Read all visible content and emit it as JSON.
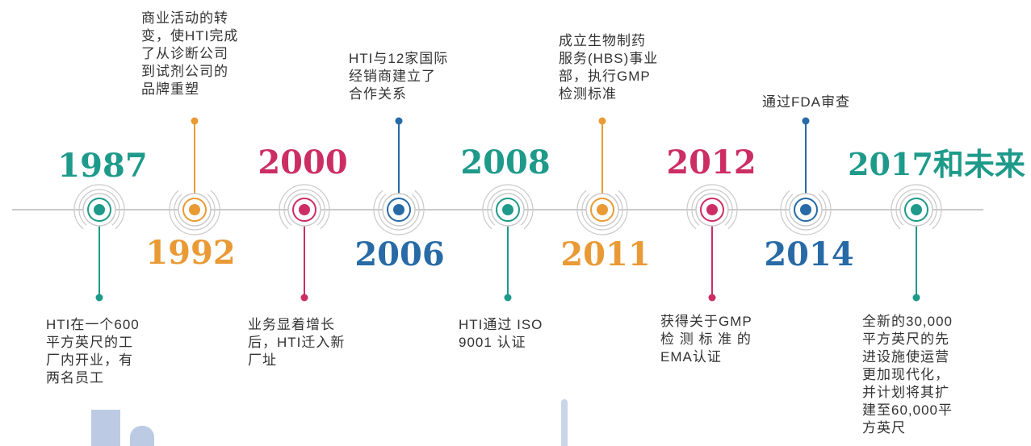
{
  "colors": {
    "teal": "#1e9a8a",
    "orange": "#e99a35",
    "crimson": "#cc2e64",
    "blue": "#276aa6",
    "axis": "#b9b9b9",
    "ring": "#c9c9c9",
    "text": "#333333"
  },
  "milestones": [
    {
      "year": "1987",
      "color": "teal",
      "label_side": "below",
      "text": "HTI在一个600\n平方英尺的工\n厂内开业，有\n两名员工"
    },
    {
      "year": "1992",
      "color": "orange",
      "label_side": "above",
      "text": "商业活动的转\n变，使HTI完成\n了从诊断公司\n到试剂公司的\n品牌重塑"
    },
    {
      "year": "2000",
      "color": "crimson",
      "label_side": "below",
      "text": "业务显着增长\n后，HTI迁入新\n厂址"
    },
    {
      "year": "2006",
      "color": "blue",
      "label_side": "above",
      "text": "HTI与12家国际\n经销商建立了\n合作关系"
    },
    {
      "year": "2008",
      "color": "teal",
      "label_side": "below",
      "text": "HTI通过 ISO\n9001 认证"
    },
    {
      "year": "2011",
      "color": "orange",
      "label_side": "above",
      "text": "成立生物制药\n服务(HBS)事业\n部，执行GMP\n检测标准"
    },
    {
      "year": "2012",
      "color": "crimson",
      "label_side": "below",
      "text": "获得关于GMP\n检 测 标 准 的\nEMA认证"
    },
    {
      "year": "2014",
      "color": "blue",
      "label_side": "above",
      "text": "通过FDA审查"
    },
    {
      "year": "2017和未来",
      "color": "teal",
      "label_side": "below",
      "text": "全新的30,000\n平方英尺的先\n进设施使运营\n更加现代化，\n并计划将其扩\n建至60,000平\n方英尺"
    }
  ]
}
